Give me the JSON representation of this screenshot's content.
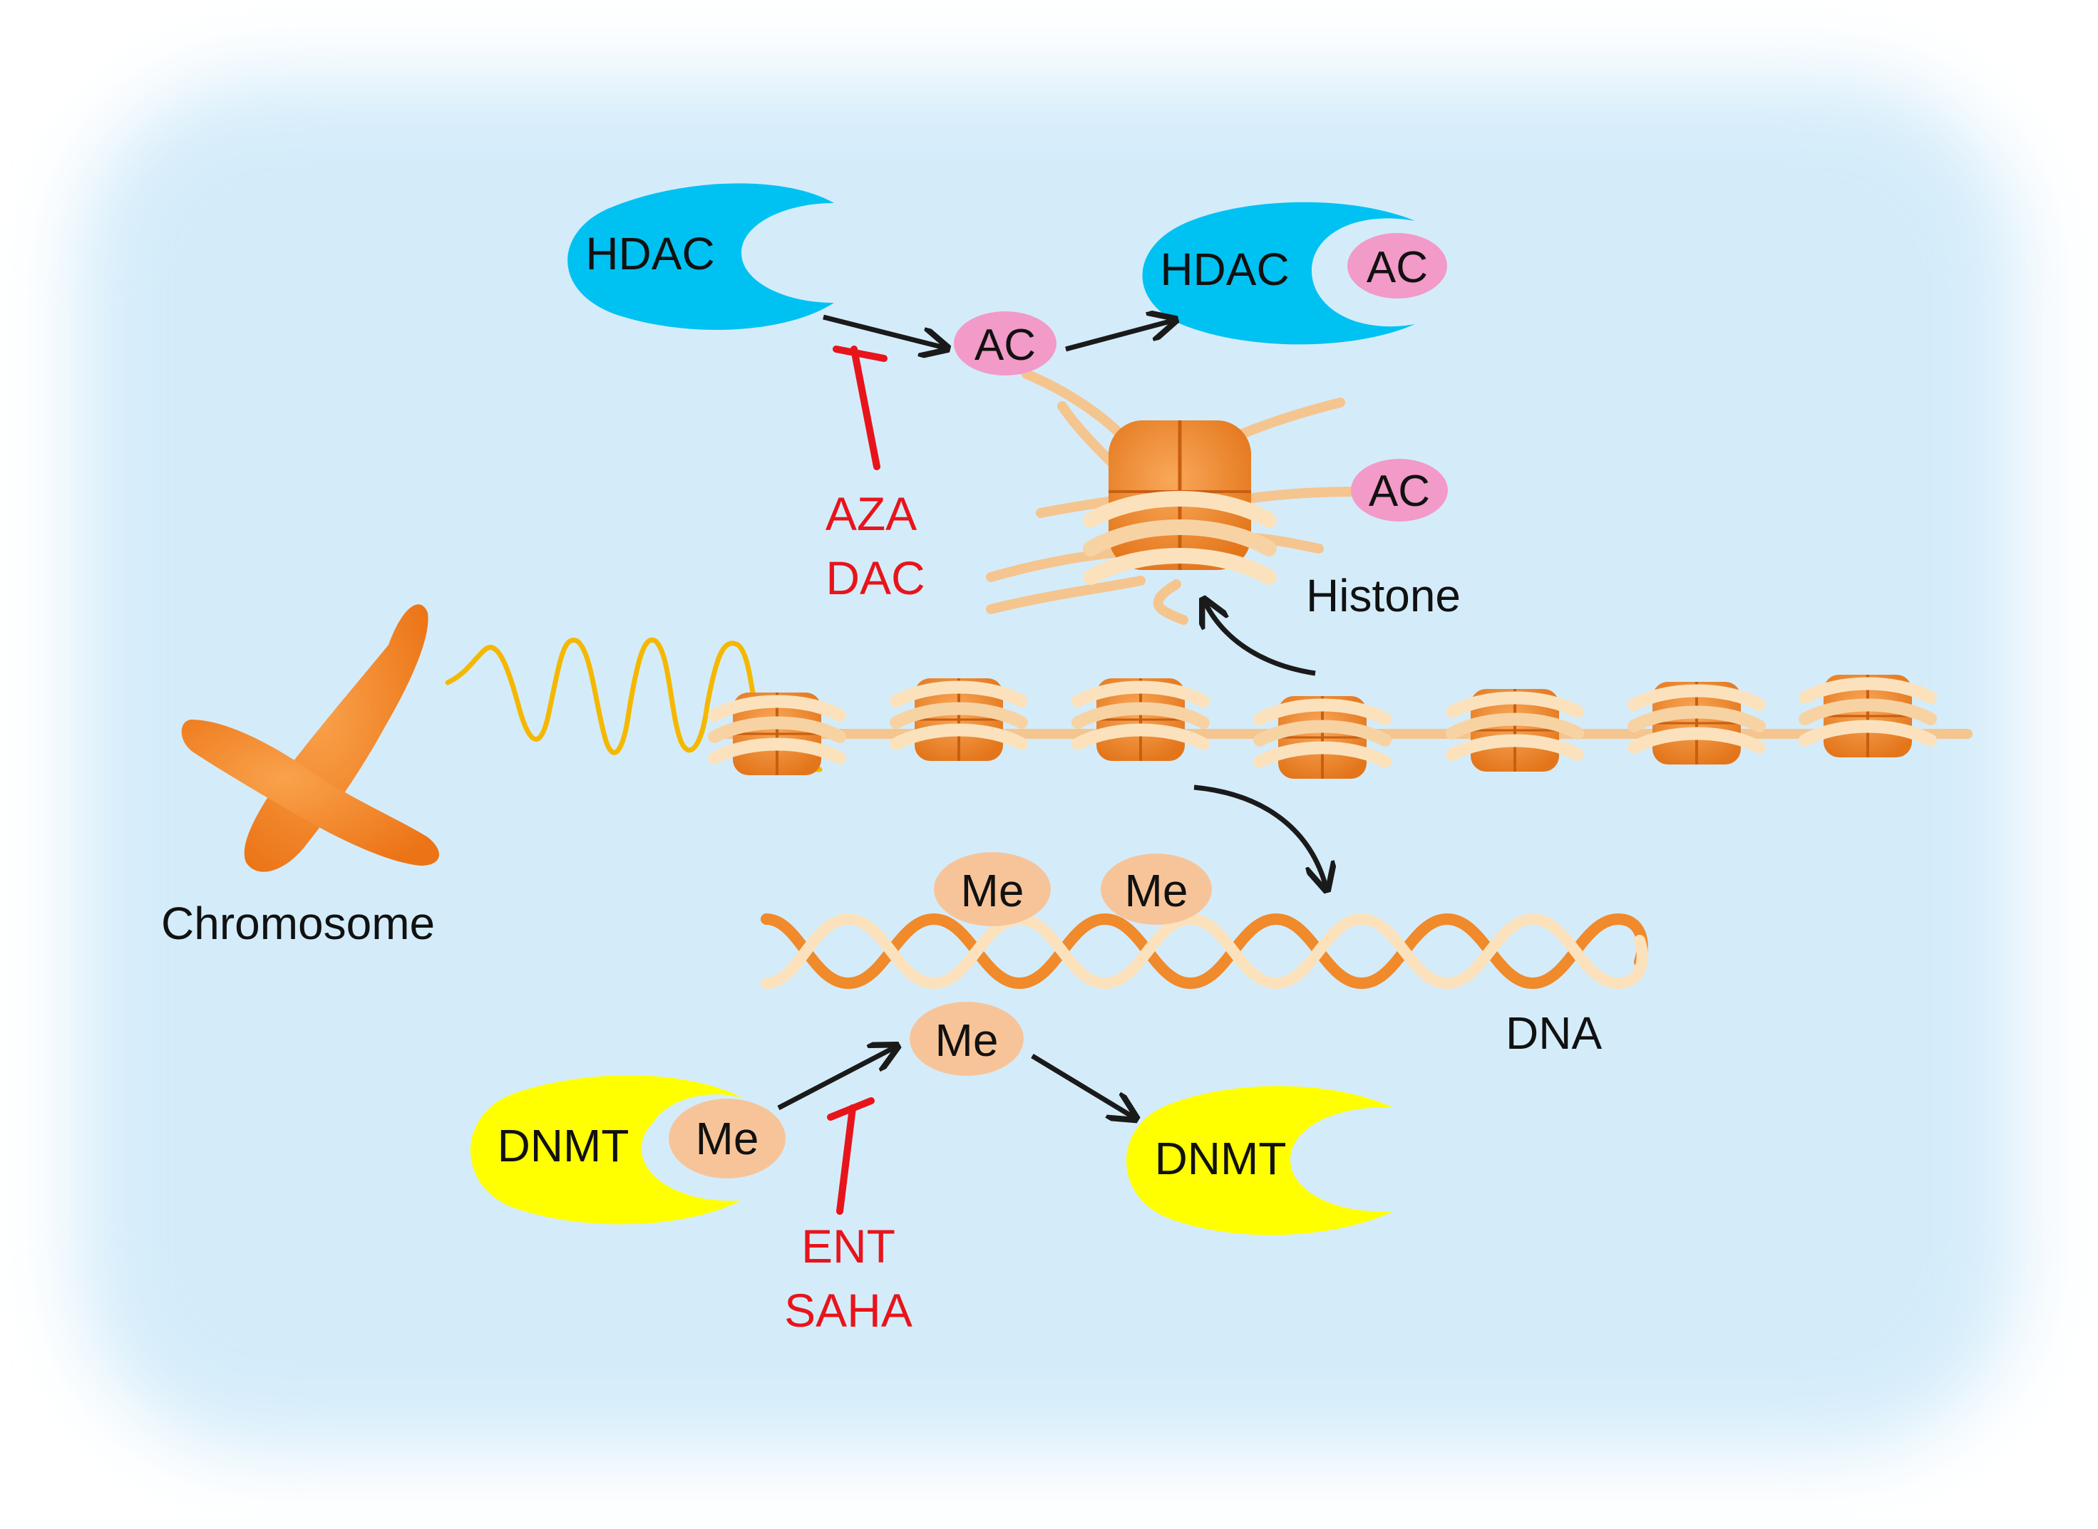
{
  "colors": {
    "background_center": "#d4ecfa",
    "background_edge": "#ffffff",
    "hdac_enzyme": "#00c2f2",
    "dnmt_enzyme": "#ffff00",
    "acetyl_group": "#f29ac8",
    "methyl_group": "#f7c499",
    "histone_core": "#f08a2a",
    "histone_tail": "#f5c58f",
    "chromosome": "#f5872a",
    "chromatin_fiber": "#f5b800",
    "dna_strand_dark": "#f08a2a",
    "dna_strand_light": "#fbe2bd",
    "inhibitor": "#e8141b",
    "arrow": "#1a1a1a",
    "text": "#111111"
  },
  "labels": {
    "hdac_free": "HDAC",
    "hdac_bound": "HDAC",
    "ac_on_bound_hdac": "AC",
    "ac_transferred": "AC",
    "ac_on_histone": "AC",
    "histone": "Histone",
    "chromosome": "Chromosome",
    "dna": "DNA",
    "me_dna_1": "Me",
    "me_dna_2": "Me",
    "me_transferred": "Me",
    "dnmt_bound": "DNMT",
    "me_on_dnmt": "Me",
    "dnmt_free": "DNMT"
  },
  "inhibitors": {
    "hdac_pathway": [
      "AZA",
      "DAC"
    ],
    "dnmt_pathway": [
      "ENT",
      "SAHA"
    ]
  },
  "icons": [
    "chromosome-icon",
    "nucleosome-icon",
    "dna-helix-icon",
    "enzyme-icon",
    "arrow-icon",
    "inhibition-icon"
  ]
}
